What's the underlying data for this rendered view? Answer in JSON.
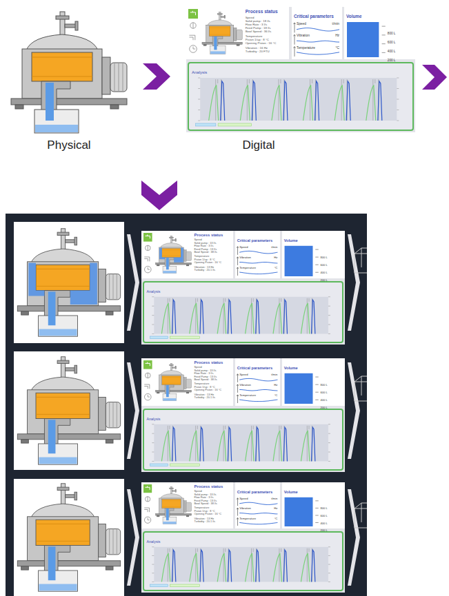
{
  "diagram": {
    "nodes": [
      {
        "text": [
          "Process status",
          "Speed",
          "Solid pump : 18 l/s",
          "Flow Rate : 3 l/s",
          "Feed Pump : 18 l/s",
          "Bowl Speed : 36 l/s",
          "Temperature",
          "Piston 1/up : 8 °C",
          "Opening Piston : 16 °C",
          "Vibration : 16 Hz",
          "Turbidity : 20 FTU"
        ]
      },
      {
        "text": [
          "Critical parameters",
          "Speed",
          "t/min",
          "Vibration",
          "Hz",
          "Temperature",
          "°C"
        ]
      },
      {
        "text": [
          "Volume",
          "800 L",
          "600 L",
          "400 L",
          "200 L"
        ]
      },
      {
        "text": [
          "Analysis"
        ]
      },
      {
        "text": [
          "Process status",
          "Speed",
          "Solid pump : 13 l/s",
          "Flow Rate : 3 l/s",
          "Feed Pump : 13 l/s",
          "Bowl Speed : 38 l/s",
          "Temperature",
          "Piston 1/up : 8 °C",
          "Opening Piston : 16 °C",
          "Vibration : 13 Hz",
          "Turbidity : 20.1 l/s"
        ]
      },
      {
        "text": [
          "Critical parameters",
          "Speed",
          "t/min",
          "Vibration",
          "Hz",
          "Temperature",
          "°C"
        ]
      },
      {
        "text": [
          "Volume",
          "800 L",
          "600 L",
          "400 L",
          "200 L"
        ]
      },
      {
        "text": [
          "Analysis"
        ]
      },
      {
        "text": [
          "Process status",
          "Speed",
          "Solid pump : 13 l/s",
          "Flow Rate : 3 l/s",
          "Feed Pump : 13 l/s",
          "Bowl Speed : 38 l/s",
          "Temperature",
          "Piston 1/up : 8 °C",
          "Opening Piston : 16 °C",
          "Vibration : 13 Hz",
          "Turbidity : 20.1 l/s"
        ]
      },
      {
        "text": [
          "Critical parameters",
          "Speed",
          "t/min",
          "Vibration",
          "Hz",
          "Temperature",
          "°C"
        ]
      },
      {
        "text": [
          "Volume",
          "800 L",
          "600 L",
          "400 L",
          "200 L"
        ]
      },
      {
        "text": [
          "Analysis"
        ]
      },
      {
        "text": [
          "Process status",
          "Speed",
          "Solid pump : 13 l/s",
          "Flow Rate : 3 l/s",
          "Feed Pump : 13 l/s",
          "Bowl Speed : 38 l/s",
          "Temperature",
          "Piston 1/up : 8 °C",
          "Opening Piston : 16 °C",
          "Vibration : 13 Hz",
          "Turbidity : 20.1 l/s"
        ]
      },
      {
        "text": [
          "Critical parameters",
          "Speed",
          "t/min",
          "Vibration",
          "Hz",
          "Temperature",
          "°C"
        ]
      },
      {
        "text": [
          "Volume",
          "800 L",
          "600 L",
          "400 L",
          "200 L"
        ]
      },
      {
        "text": [
          "Analysis"
        ]
      }
    ],
    "labels": [
      "Physical",
      "Digital"
    ]
  }
}
